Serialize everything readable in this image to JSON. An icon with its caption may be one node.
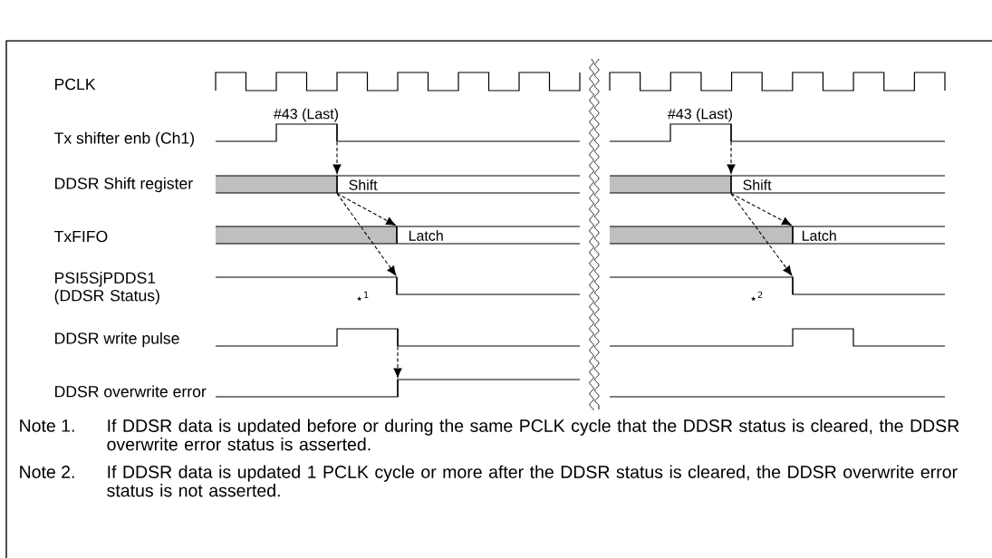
{
  "diagram": {
    "nodes": [
      {
        "text": [],
        "shape": "line"
      },
      {
        "text": [],
        "shape": "line"
      },
      {
        "text": [],
        "shape": "line"
      },
      {
        "text": [],
        "shape": "line"
      },
      {
        "text": [],
        "shape": "line"
      },
      {
        "text": [],
        "shape": "line"
      },
      {
        "text": [],
        "shape": "line"
      },
      {
        "text": [],
        "shape": "line"
      },
      {
        "text": [],
        "shape": "line"
      },
      {
        "text": [],
        "shape": "line"
      }
    ],
    "edges": [
      {
        "from": 0,
        "to": 1,
        "arrow": "to",
        "style": "dashed"
      },
      {
        "from": 1,
        "to": 2,
        "arrow": "to",
        "style": "dashed"
      },
      {
        "from": 1,
        "to": 3,
        "arrow": "to",
        "style": "dashed"
      },
      {
        "from": 4,
        "to": 5,
        "arrow": "to",
        "style": "dashed"
      },
      {
        "from": 6,
        "to": 7,
        "arrow": "to",
        "style": "dashed"
      },
      {
        "from": 7,
        "to": 8,
        "arrow": "to",
        "style": "dashed"
      },
      {
        "from": 7,
        "to": 9,
        "arrow": "to",
        "style": "dashed"
      }
    ],
    "labels": [
      "PCLK",
      "#43 (Last)",
      "#43 (Last)",
      "Tx shifter enb (Ch1)",
      "DDSR Shift register",
      "Shift",
      "Shift",
      "TxFIFO",
      "Latch",
      "Latch",
      "PSI5SjPDDS1 (DDSR Status)",
      "⋆$^{1}$",
      "⋆$^{2}$",
      "DDSR write pulse",
      "DDSR overwrite error",
      "Note 1.",
      "If DDSR data is updated before or during the same PCLK cycle that the DDSR status is cleared, the DDSR overwrite error status is asserted.",
      "Note 2.",
      "If DDSR data is updated 1 PCLK cycle or more after the DDSR status is cleared, the DDSR overwrite error status is not asserted."
    ]
  }
}
